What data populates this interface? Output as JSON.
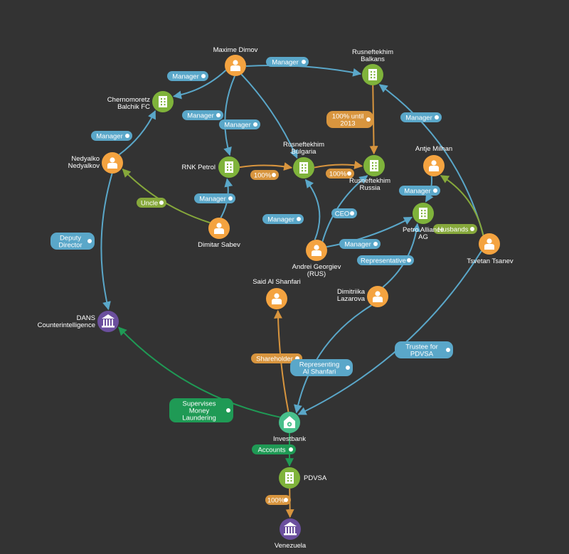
{
  "colors": {
    "background": "#333333",
    "person": "#f4a340",
    "company": "#7fb33b",
    "government": "#6b4f9e",
    "bank": "#48bf8c",
    "edge_blue": "#5aa7c9",
    "edge_orange": "#d8953e",
    "edge_olive": "#86a83b",
    "edge_green": "#1f9a55"
  },
  "nodes": [
    {
      "id": "maxime",
      "name": "Maxime Dimov",
      "type": "person",
      "icon": "person-icon"
    },
    {
      "id": "rusbalkans",
      "name": "Rusneftekhim Balkans",
      "type": "company",
      "icon": "building-icon"
    },
    {
      "id": "chernomoretz",
      "name": "Chernomoretz Balchik FC",
      "type": "company",
      "icon": "building-icon"
    },
    {
      "id": "nedyalko",
      "name": "Nedyalko Nedyalkov",
      "type": "person",
      "icon": "person-icon"
    },
    {
      "id": "rnkpetrol",
      "name": "RNK Petrol",
      "type": "company",
      "icon": "building-icon"
    },
    {
      "id": "rusbulgaria",
      "name": "Rusneftekhim Bulgaria",
      "type": "company",
      "icon": "building-icon"
    },
    {
      "id": "rusrussia",
      "name": "Rusneftekhim Russia",
      "type": "company",
      "icon": "building-icon"
    },
    {
      "id": "antje",
      "name": "Antje Milhan",
      "type": "person",
      "icon": "person-icon"
    },
    {
      "id": "petro",
      "name": "Petro Alliance AG",
      "type": "company",
      "icon": "building-icon"
    },
    {
      "id": "dimitar",
      "name": "Dimitar Sabev",
      "type": "person",
      "icon": "person-icon"
    },
    {
      "id": "andrei",
      "name": "Andrei Georgiev (RUS)",
      "type": "person",
      "icon": "person-icon"
    },
    {
      "id": "tsvetan",
      "name": "Tsvetan Tsanev",
      "type": "person",
      "icon": "person-icon"
    },
    {
      "id": "said",
      "name": "Said Al Shanfari",
      "type": "person",
      "icon": "person-icon"
    },
    {
      "id": "dimitriika",
      "name": "Dimitriika Lazarova",
      "type": "person",
      "icon": "person-icon"
    },
    {
      "id": "dans",
      "name": "DANS Counterintelligence",
      "type": "government",
      "icon": "government-building-icon"
    },
    {
      "id": "investbank",
      "name": "Investbank",
      "type": "bank",
      "icon": "bank-icon"
    },
    {
      "id": "pdvsa",
      "name": "PDVSA",
      "type": "company",
      "icon": "building-icon"
    },
    {
      "id": "venezuela",
      "name": "Venezuela",
      "type": "government",
      "icon": "government-building-icon"
    }
  ],
  "edges": [
    {
      "from": "maxime",
      "to": "chernomoretz",
      "label": "Manager",
      "color": "blue"
    },
    {
      "from": "maxime",
      "to": "rusbalkans",
      "label": "Manager",
      "color": "blue"
    },
    {
      "from": "maxime",
      "to": "rnkpetrol",
      "label": "Manager",
      "color": "blue"
    },
    {
      "from": "maxime",
      "to": "rusbulgaria",
      "label": "Manager",
      "color": "blue"
    },
    {
      "from": "nedyalko",
      "to": "chernomoretz",
      "label": "Manager",
      "color": "blue"
    },
    {
      "from": "rusbalkans",
      "to": "rusrussia",
      "label": "100% until 2013",
      "color": "orange"
    },
    {
      "from": "rnkpetrol",
      "to": "rusbulgaria",
      "label": "100%",
      "color": "orange"
    },
    {
      "from": "rusbulgaria",
      "to": "rusrussia",
      "label": "100%",
      "color": "orange"
    },
    {
      "from": "tsvetan",
      "to": "rusbalkans",
      "label": "Manager",
      "color": "blue"
    },
    {
      "from": "antje",
      "to": "petro",
      "label": "Manager",
      "color": "blue"
    },
    {
      "from": "dimitar",
      "to": "nedyalko",
      "label": "Uncle",
      "color": "olive"
    },
    {
      "from": "dimitar",
      "to": "rnkpetrol",
      "label": "Manager",
      "color": "blue"
    },
    {
      "from": "andrei",
      "to": "rusbulgaria",
      "label": "Manager",
      "color": "blue"
    },
    {
      "from": "andrei",
      "to": "rusrussia",
      "label": "CEO",
      "color": "blue"
    },
    {
      "from": "andrei",
      "to": "petro",
      "label": "Manager",
      "color": "blue"
    },
    {
      "from": "tsvetan",
      "to": "antje",
      "label": "Husbands",
      "color": "olive"
    },
    {
      "from": "dimitriika",
      "to": "petro",
      "label": "Representative",
      "color": "blue"
    },
    {
      "from": "nedyalko",
      "to": "dans",
      "label": "Deputy Director",
      "color": "blue"
    },
    {
      "from": "investbank",
      "to": "said",
      "label": "Shareholder",
      "color": "orange"
    },
    {
      "from": "dimitriika",
      "to": "investbank",
      "label": "Representing Al Shanfari",
      "color": "blue"
    },
    {
      "from": "tsvetan",
      "to": "investbank",
      "label": "Trustee for PDVSA",
      "color": "blue"
    },
    {
      "from": "investbank",
      "to": "dans",
      "label": "Supervises Money Laundering",
      "color": "green"
    },
    {
      "from": "investbank",
      "to": "pdvsa",
      "label": "Accounts",
      "color": "green"
    },
    {
      "from": "pdvsa",
      "to": "venezuela",
      "label": "100%",
      "color": "orange"
    }
  ]
}
